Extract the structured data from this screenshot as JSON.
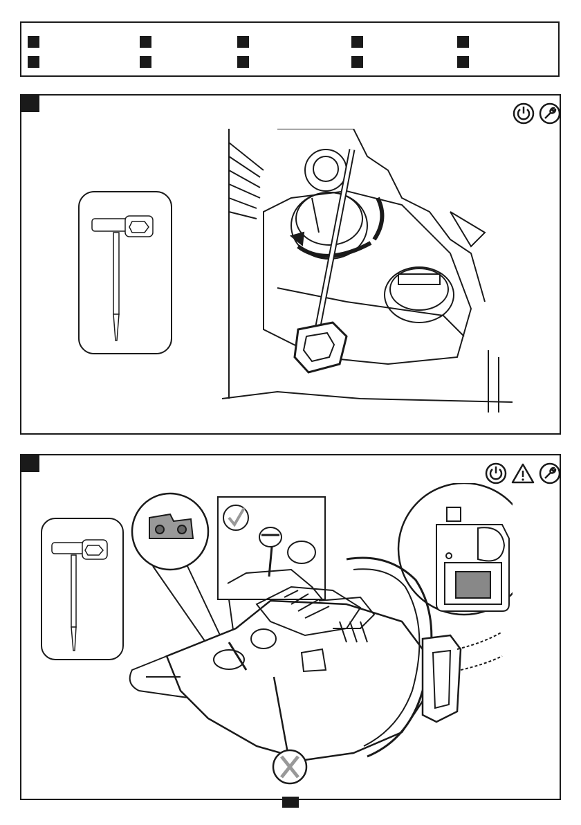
{
  "legend": {
    "rows": 2,
    "columns": 5
  },
  "panels": [
    {
      "id": "panel-1",
      "safety_icons": [
        "power-off-icon",
        "wrench-icon"
      ]
    },
    {
      "id": "panel-2",
      "safety_icons": [
        "power-off-icon",
        "warning-triangle-icon",
        "wrench-icon"
      ]
    }
  ]
}
